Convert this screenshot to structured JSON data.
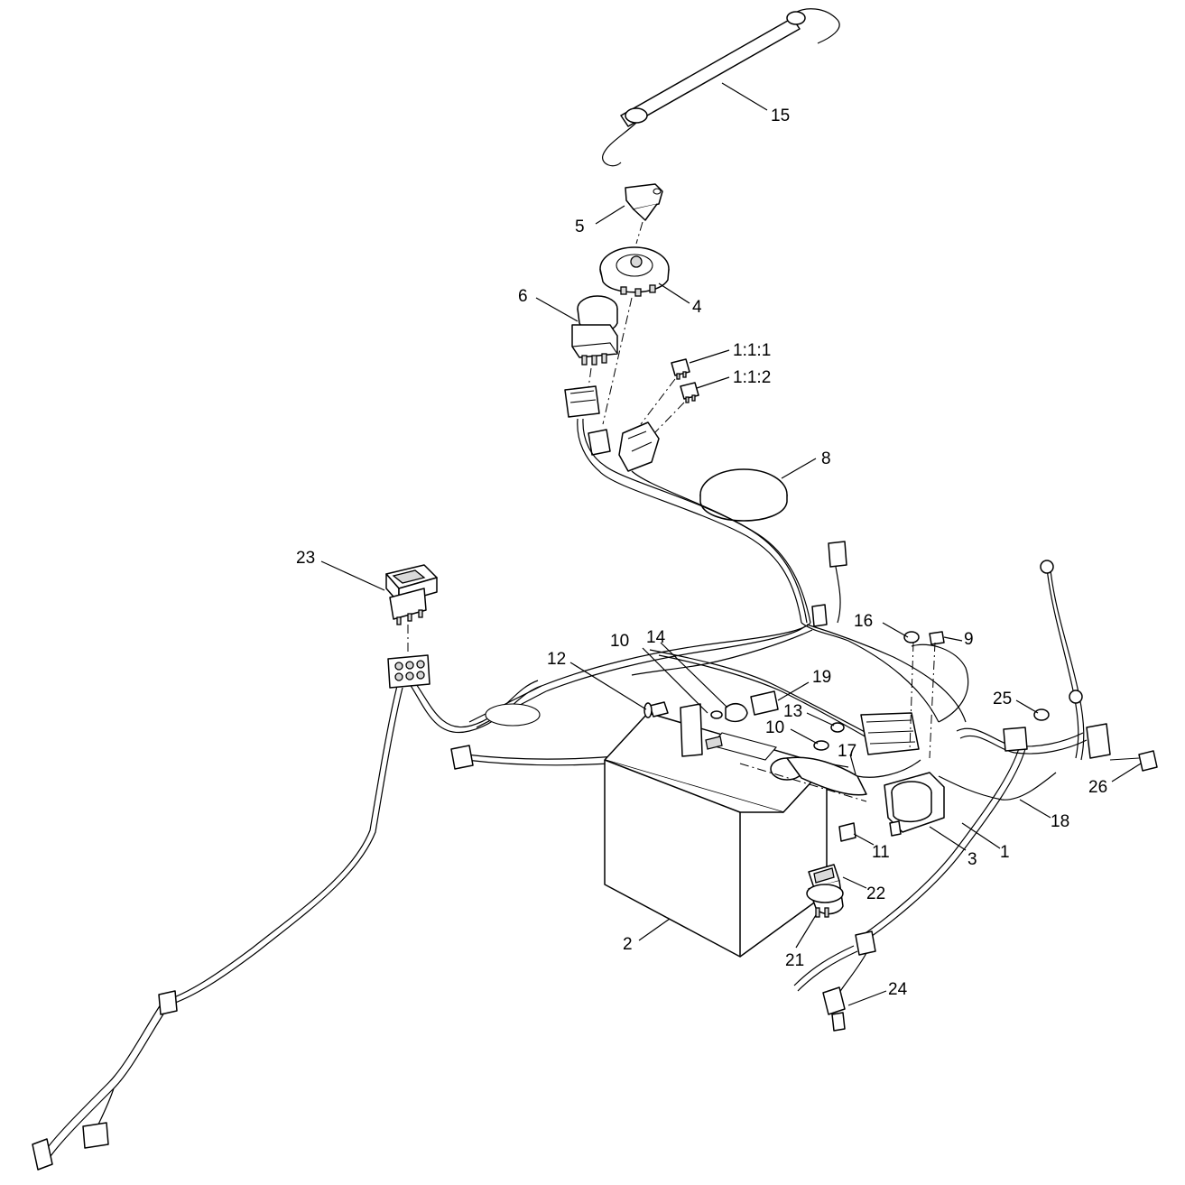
{
  "diagram": {
    "callouts": [
      {
        "id": "c15",
        "text": "15"
      },
      {
        "id": "c5",
        "text": "5"
      },
      {
        "id": "c4",
        "text": "4"
      },
      {
        "id": "c6",
        "text": "6"
      },
      {
        "id": "c111",
        "text": "1:1:1"
      },
      {
        "id": "c112",
        "text": "1:1:2"
      },
      {
        "id": "c8",
        "text": "8"
      },
      {
        "id": "c23",
        "text": "23"
      },
      {
        "id": "c16",
        "text": "16"
      },
      {
        "id": "c9",
        "text": "9"
      },
      {
        "id": "c10a",
        "text": "10"
      },
      {
        "id": "c14",
        "text": "14"
      },
      {
        "id": "c12",
        "text": "12"
      },
      {
        "id": "c19",
        "text": "19"
      },
      {
        "id": "c25",
        "text": "25"
      },
      {
        "id": "c13",
        "text": "13"
      },
      {
        "id": "c10b",
        "text": "10"
      },
      {
        "id": "c17",
        "text": "17"
      },
      {
        "id": "c26",
        "text": "26"
      },
      {
        "id": "c18",
        "text": "18"
      },
      {
        "id": "c11",
        "text": "11"
      },
      {
        "id": "c3",
        "text": "3"
      },
      {
        "id": "c1",
        "text": "1"
      },
      {
        "id": "c22",
        "text": "22"
      },
      {
        "id": "c2",
        "text": "2"
      },
      {
        "id": "c21",
        "text": "21"
      },
      {
        "id": "c24",
        "text": "24"
      }
    ]
  }
}
